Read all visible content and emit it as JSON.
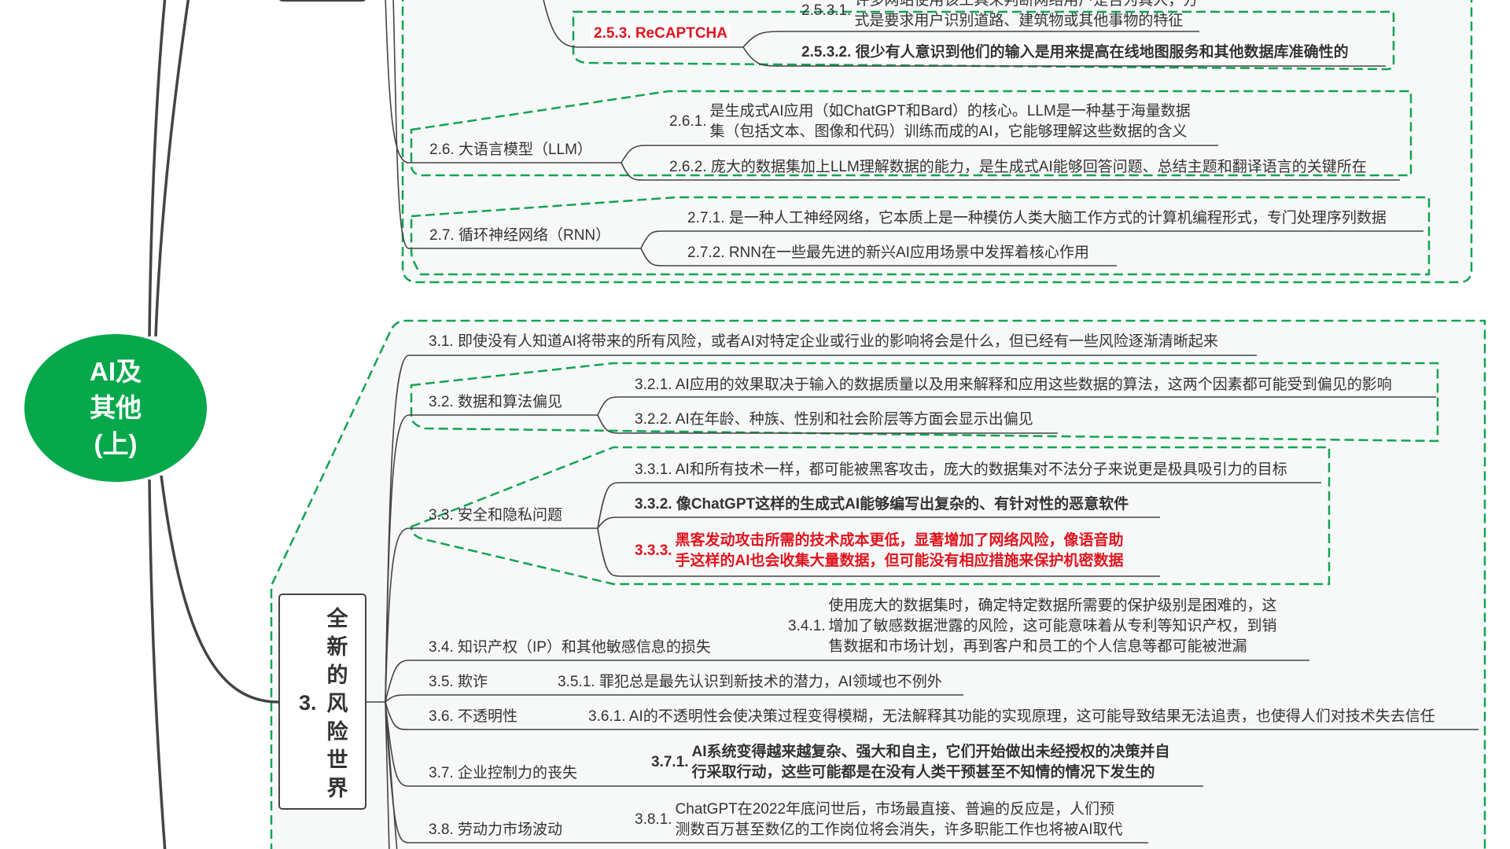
{
  "root": {
    "label": "AI及其他(上)"
  },
  "section3": {
    "number": "3.",
    "title": "全新的风险世界",
    "items": [
      {
        "label": "3.1. 即使没有人知道AI将带来的所有风险，或者AI对特定企业或行业的影响将会是什么，但已经有一些风险逐渐清晰起来"
      },
      {
        "label": "3.2. 数据和算法偏见",
        "children": [
          {
            "label": "3.2.1. AI应用的效果取决于输入的数据质量以及用来解释和应用这些数据的算法，这两个因素都可能受到偏见的影响"
          },
          {
            "label": "3.2.2. AI在年龄、种族、性别和社会阶层等方面会显示出偏见"
          }
        ]
      },
      {
        "label": "3.3. 安全和隐私问题",
        "children": [
          {
            "label": "3.3.1. AI和所有技术一样，都可能被黑客攻击，庞大的数据集对不法分子来说更是极具吸引力的目标"
          },
          {
            "label": "3.3.2. 像ChatGPT这样的生成式AI能够编写出复杂的、有针对性的恶意软件"
          },
          {
            "num": "3.3.3.",
            "lines": [
              "黑客发动攻击所需的技术成本更低，显著增加了网络风险，像语音助",
              "手这样的AI也会收集大量数据，但可能没有相应措施来保护机密数据"
            ]
          }
        ]
      },
      {
        "label": "3.4. 知识产权（IP）和其他敏感信息的损失",
        "children": [
          {
            "num": "3.4.1.",
            "lines": [
              "使用庞大的数据集时，确定特定数据所需要的保护级别是困难的，这",
              "增加了敏感数据泄露的风险，这可能意味着从专利等知识产权，到销",
              "售数据和市场计划，再到客户和员工的个人信息等都可能被泄漏"
            ]
          }
        ]
      },
      {
        "label": "3.5. 欺诈",
        "children": [
          {
            "label": "3.5.1. 罪犯总是最先认识到新技术的潜力，AI领域也不例外"
          }
        ]
      },
      {
        "label": "3.6. 不透明性",
        "children": [
          {
            "label": "3.6.1. AI的不透明性会使决策过程变得模糊，无法解释其功能的实现原理，这可能导致结果无法追责，也使得人们对技术失去信任"
          }
        ]
      },
      {
        "label": "3.7. 企业控制力的丧失",
        "children": [
          {
            "num": "3.7.1.",
            "lines": [
              "AI系统变得越来越复杂、强大和自主，它们开始做出未经授权的决策并自",
              "行采取行动，这些可能都是在没有人类干预甚至不知情的情况下发生的"
            ]
          }
        ]
      },
      {
        "label": "3.8. 劳动力市场波动",
        "children": [
          {
            "num": "3.8.1.",
            "lines": [
              "ChatGPT在2022年底问世后，市场最直接、普遍的反应是，人们预",
              "测数百万甚至数亿的工作岗位将会消失，许多职能工作也将被AI取代"
            ]
          }
        ]
      }
    ]
  },
  "section2": {
    "recaptcha": {
      "label": "2.5.3. ReCAPTCHA",
      "children": [
        {
          "num": "2.5.3.1.",
          "lines": [
            "许多网站使用该工具来判断网络用户是否为真人，方",
            "式是要求用户识别道路、建筑物或其他事物的特征"
          ]
        },
        {
          "label": "2.5.3.2. 很少有人意识到他们的输入是用来提高在线地图服务和其他数据库准确性的"
        }
      ]
    },
    "llm": {
      "label": "2.6. 大语言模型（LLM）",
      "children": [
        {
          "num": "2.6.1.",
          "lines": [
            "是生成式AI应用（如ChatGPT和Bard）的核心。LLM是一种基于海量数据",
            "集（包括文本、图像和代码）训练而成的AI，它能够理解这些数据的含义"
          ]
        },
        {
          "label": "2.6.2. 庞大的数据集加上LLM理解数据的能力，是生成式AI能够回答问题、总结主题和翻译语言的关键所在"
        }
      ]
    },
    "rnn": {
      "label": "2.7. 循环神经网络（RNN）",
      "children": [
        {
          "label": "2.7.1. 是一种人工神经网络，它本质上是一种模仿人类大脑工作方式的计算机编程形式，专门处理序列数据"
        },
        {
          "label": "2.7.2. RNN在一些最先进的新兴AI应用场景中发挥着核心作用"
        }
      ]
    }
  },
  "colors": {
    "root": "#07a84b",
    "boundary": "#12a452",
    "highlight": "#e0141e",
    "line": "#444444"
  }
}
